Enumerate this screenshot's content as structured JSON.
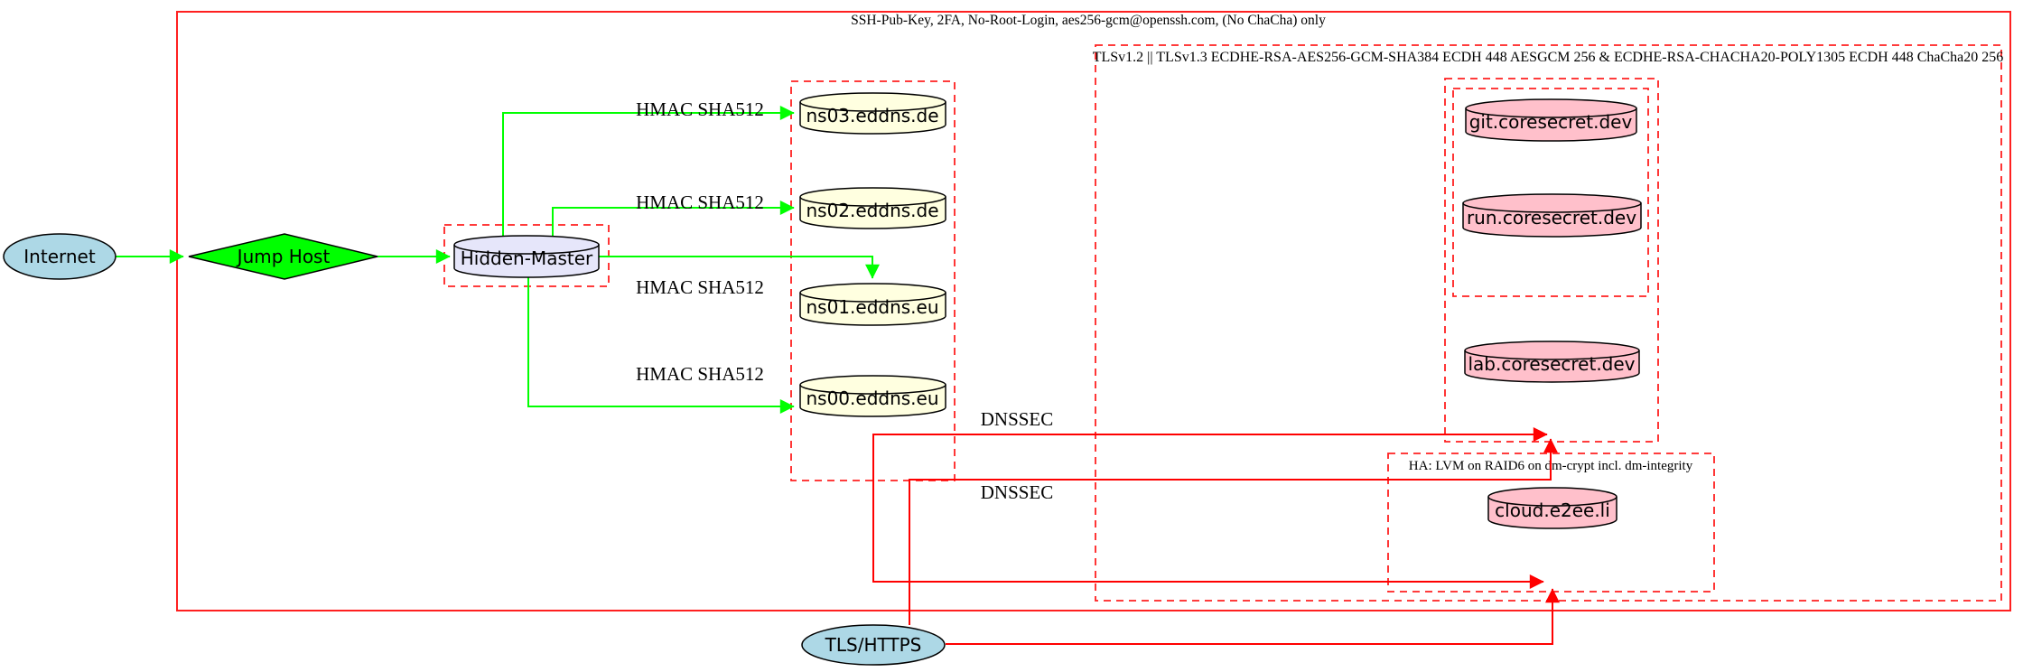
{
  "diagram": {
    "ssh_cluster_title": "SSH-Pub-Key, 2FA, No-Root-Login, aes256-gcm@openssh.com, (No ChaCha) only",
    "tls_cluster_title": "TLSv1.2 || TLSv1.3 ECDHE-RSA-AES256-GCM-SHA384 ECDH 448 AESGCM 256 & ECDHE-RSA-CHACHA20-POLY1305 ECDH 448 ChaCha20 256",
    "ha_cluster_title": "HA: LVM on RAID6 on dm-crypt incl. dm-integrity",
    "nodes": {
      "internet": "Internet",
      "jump_host": "Jump Host",
      "hidden_master": "Hidden-Master",
      "ns03": "ns03.eddns.de",
      "ns02": "ns02.eddns.de",
      "ns01": "ns01.eddns.eu",
      "ns00": "ns00.eddns.eu",
      "git": "git.coresecret.dev",
      "run": "run.coresecret.dev",
      "lab": "lab.coresecret.dev",
      "cloud": "cloud.e2ee.li",
      "tls_https": "TLS/HTTPS"
    },
    "edge_labels": {
      "hmac": "HMAC SHA512",
      "dnssec": "DNSSEC"
    },
    "colors": {
      "cluster_border_red": "#ff0000",
      "secure_channel_green": "#00ff00",
      "internet_fill": "#add8e6",
      "jump_host_fill": "#00ff00",
      "hidden_master_fill": "#e6e6fa",
      "nameserver_fill": "#ffffe0",
      "service_fill": "#ffc0cb",
      "text": "#000000"
    }
  }
}
